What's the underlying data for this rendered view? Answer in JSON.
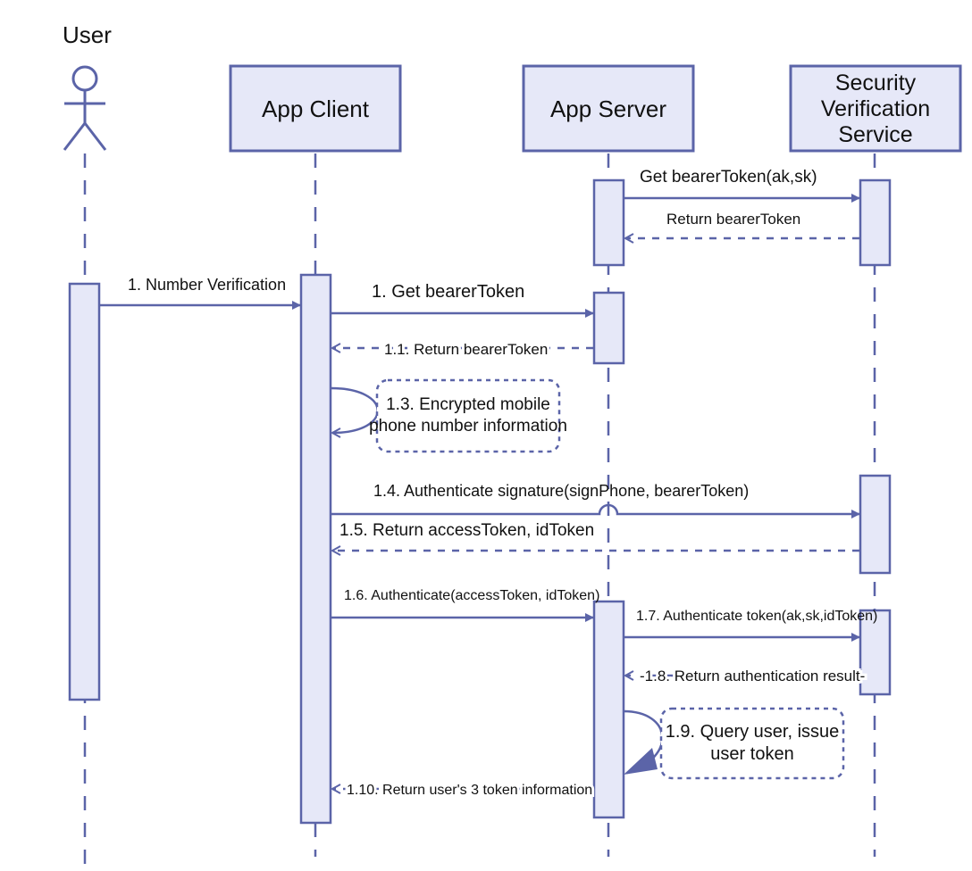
{
  "colors": {
    "stroke": "#5b64a8",
    "fill": "#e6e8f8",
    "text": "#111111",
    "background": "#ffffff"
  },
  "actor": {
    "label": "User",
    "icon": "stick-figure-icon"
  },
  "participants": [
    {
      "id": "app-client",
      "lines": [
        "App Client"
      ]
    },
    {
      "id": "app-server",
      "lines": [
        "App Server"
      ]
    },
    {
      "id": "security-verification-service",
      "lines": [
        "Security",
        "Verification",
        "Service"
      ]
    }
  ],
  "messages": [
    {
      "id": "get-bearer-token-aksk",
      "label": "Get bearerToken(ak,sk)",
      "from": "app-server",
      "to": "security-verification-service",
      "style": "solid"
    },
    {
      "id": "return-bearer-token",
      "label": "Return bearerToken",
      "from": "security-verification-service",
      "to": "app-server",
      "style": "dashed"
    },
    {
      "id": "m1-number-verification",
      "label": "1. Number Verification",
      "from": "user",
      "to": "app-client",
      "style": "solid"
    },
    {
      "id": "m1-get-bearer-token",
      "label": "1. Get bearerToken",
      "from": "app-client",
      "to": "app-server",
      "style": "solid"
    },
    {
      "id": "m1-1-return-bearer-token",
      "label": "1.1. Return bearerToken",
      "from": "app-server",
      "to": "app-client",
      "style": "dashed"
    },
    {
      "id": "m1-4-authenticate-signature",
      "label": "1.4. Authenticate signature(signPhone, bearerToken)",
      "from": "app-client",
      "to": "security-verification-service",
      "style": "solid"
    },
    {
      "id": "m1-5-return-access-token",
      "label": "1.5. Return accessToken, idToken",
      "from": "security-verification-service",
      "to": "app-client",
      "style": "dashed"
    },
    {
      "id": "m1-6-authenticate",
      "label": "1.6. Authenticate(accessToken, idToken)",
      "from": "app-client",
      "to": "app-server",
      "style": "solid"
    },
    {
      "id": "m1-7-authenticate-token",
      "label": "1.7. Authenticate token(ak,sk,idToken)",
      "from": "app-server",
      "to": "security-verification-service",
      "style": "solid"
    },
    {
      "id": "m1-8-return-auth-result",
      "label": "-1.8. Return authentication result-",
      "from": "security-verification-service",
      "to": "app-server",
      "style": "dashed"
    },
    {
      "id": "m1-10-return-user-tokens",
      "label": "1.10. Return user's 3 token information",
      "from": "app-server",
      "to": "app-client",
      "style": "dashed"
    }
  ],
  "self_messages": [
    {
      "id": "m1-3-encrypted-phone",
      "participant": "app-client",
      "lines": [
        "1.3. Encrypted mobile",
        "phone number information"
      ]
    },
    {
      "id": "m1-9-query-user",
      "participant": "app-server",
      "lines": [
        "1.9. Query user, issue",
        "user token"
      ]
    }
  ]
}
